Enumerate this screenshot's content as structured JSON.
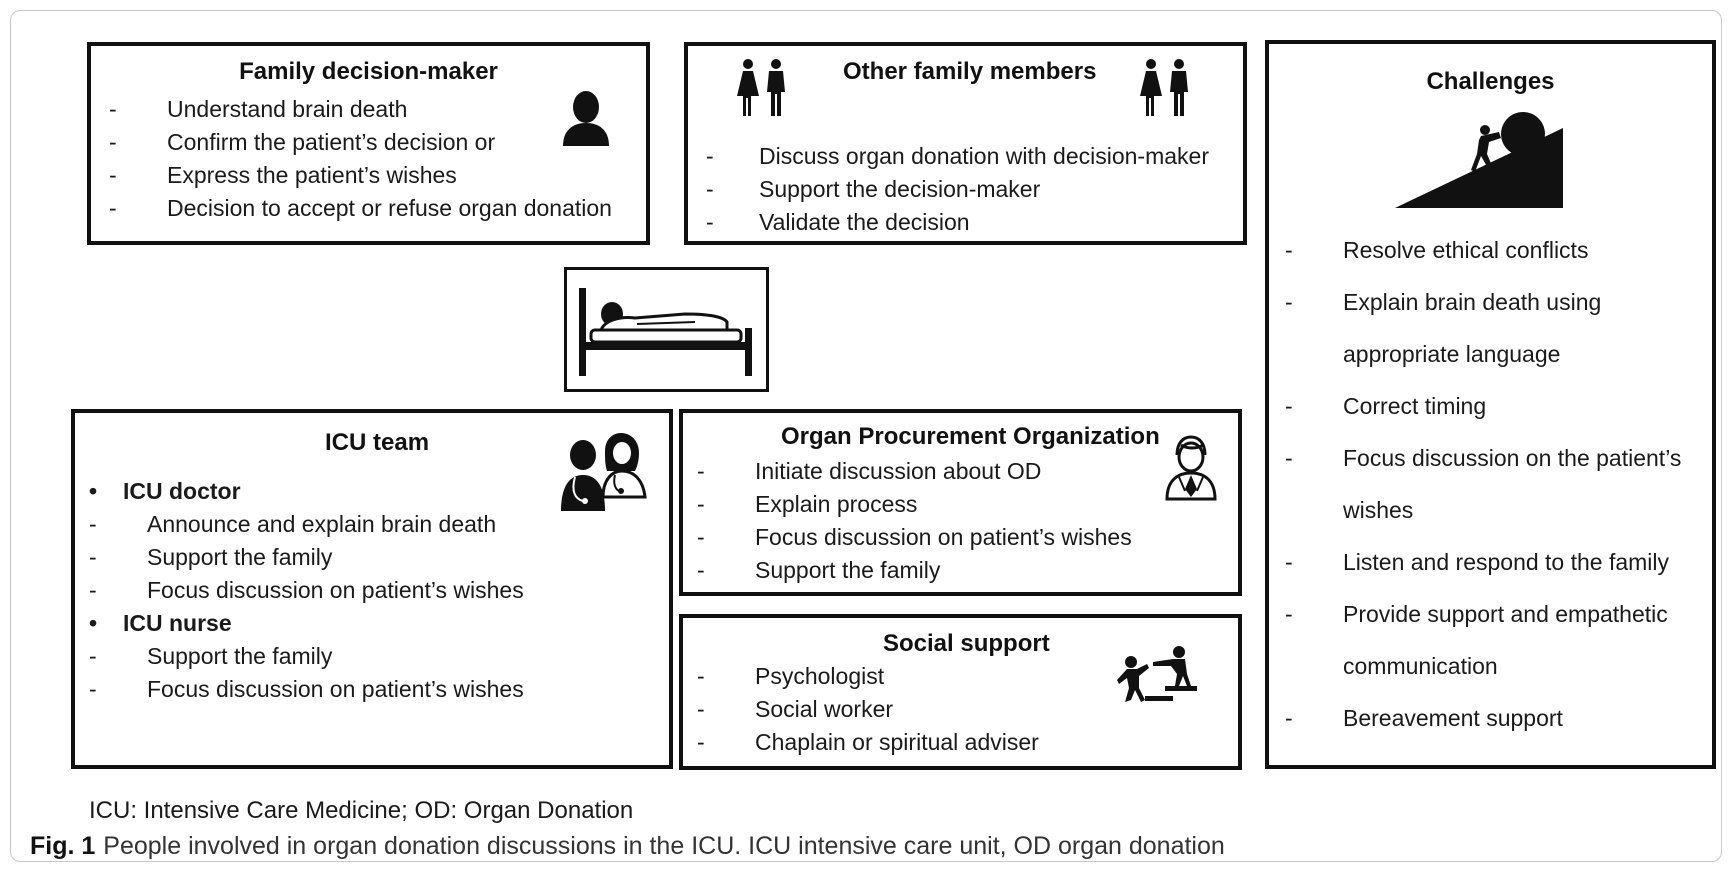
{
  "family_decision_maker": {
    "title": "Family decision-maker",
    "items": [
      "Understand brain death",
      "Confirm the patient’s decision or",
      "Express the patient’s wishes",
      "Decision to accept or refuse organ donation"
    ],
    "icon": "person-icon"
  },
  "other_family_members": {
    "title": "Other family members",
    "items": [
      "Discuss organ donation with decision-maker",
      "Support the decision-maker",
      "Validate the decision"
    ],
    "icons": [
      "family-couple-icon",
      "family-couple-icon"
    ]
  },
  "patient": {
    "icon": "patient-bed-icon"
  },
  "icu_team": {
    "title": "ICU team",
    "doctor_heading": "ICU doctor",
    "doctor_items": [
      "Announce and explain brain death",
      "Support the family",
      "Focus discussion on patient’s wishes"
    ],
    "nurse_heading": "ICU nurse",
    "nurse_items": [
      "Support the family",
      "Focus discussion on patient’s wishes"
    ],
    "icon": "doctor-nurse-icon"
  },
  "opo": {
    "title": "Organ Procurement Organization",
    "items": [
      "Initiate discussion about OD",
      "Explain process",
      "Focus discussion on patient’s wishes",
      "Support the family"
    ],
    "icon": "doctor-icon"
  },
  "social_support": {
    "title": "Social support",
    "items": [
      "Psychologist",
      "Social worker",
      "Chaplain or spiritual adviser"
    ],
    "icon": "helping-hand-icon"
  },
  "challenges": {
    "title": "Challenges",
    "items": [
      "Resolve ethical conflicts",
      "Explain brain death using",
      "appropriate language",
      "Correct timing",
      "Focus discussion on the patient’s",
      "wishes",
      "Listen and respond to the family",
      "Provide support and empathetic",
      "communication",
      "Bereavement support"
    ],
    "continuation_lines": [
      2,
      5,
      8
    ],
    "icon": "sisyphus-boulder-icon"
  },
  "abbreviations": "ICU: Intensive Care Medicine; OD: Organ Donation",
  "caption": {
    "label": "Fig. 1",
    "text": "People involved in organ donation discussions in the ICU. ICU intensive care unit, OD organ donation"
  },
  "bullet_symbol": "•",
  "dash_symbol": "-"
}
